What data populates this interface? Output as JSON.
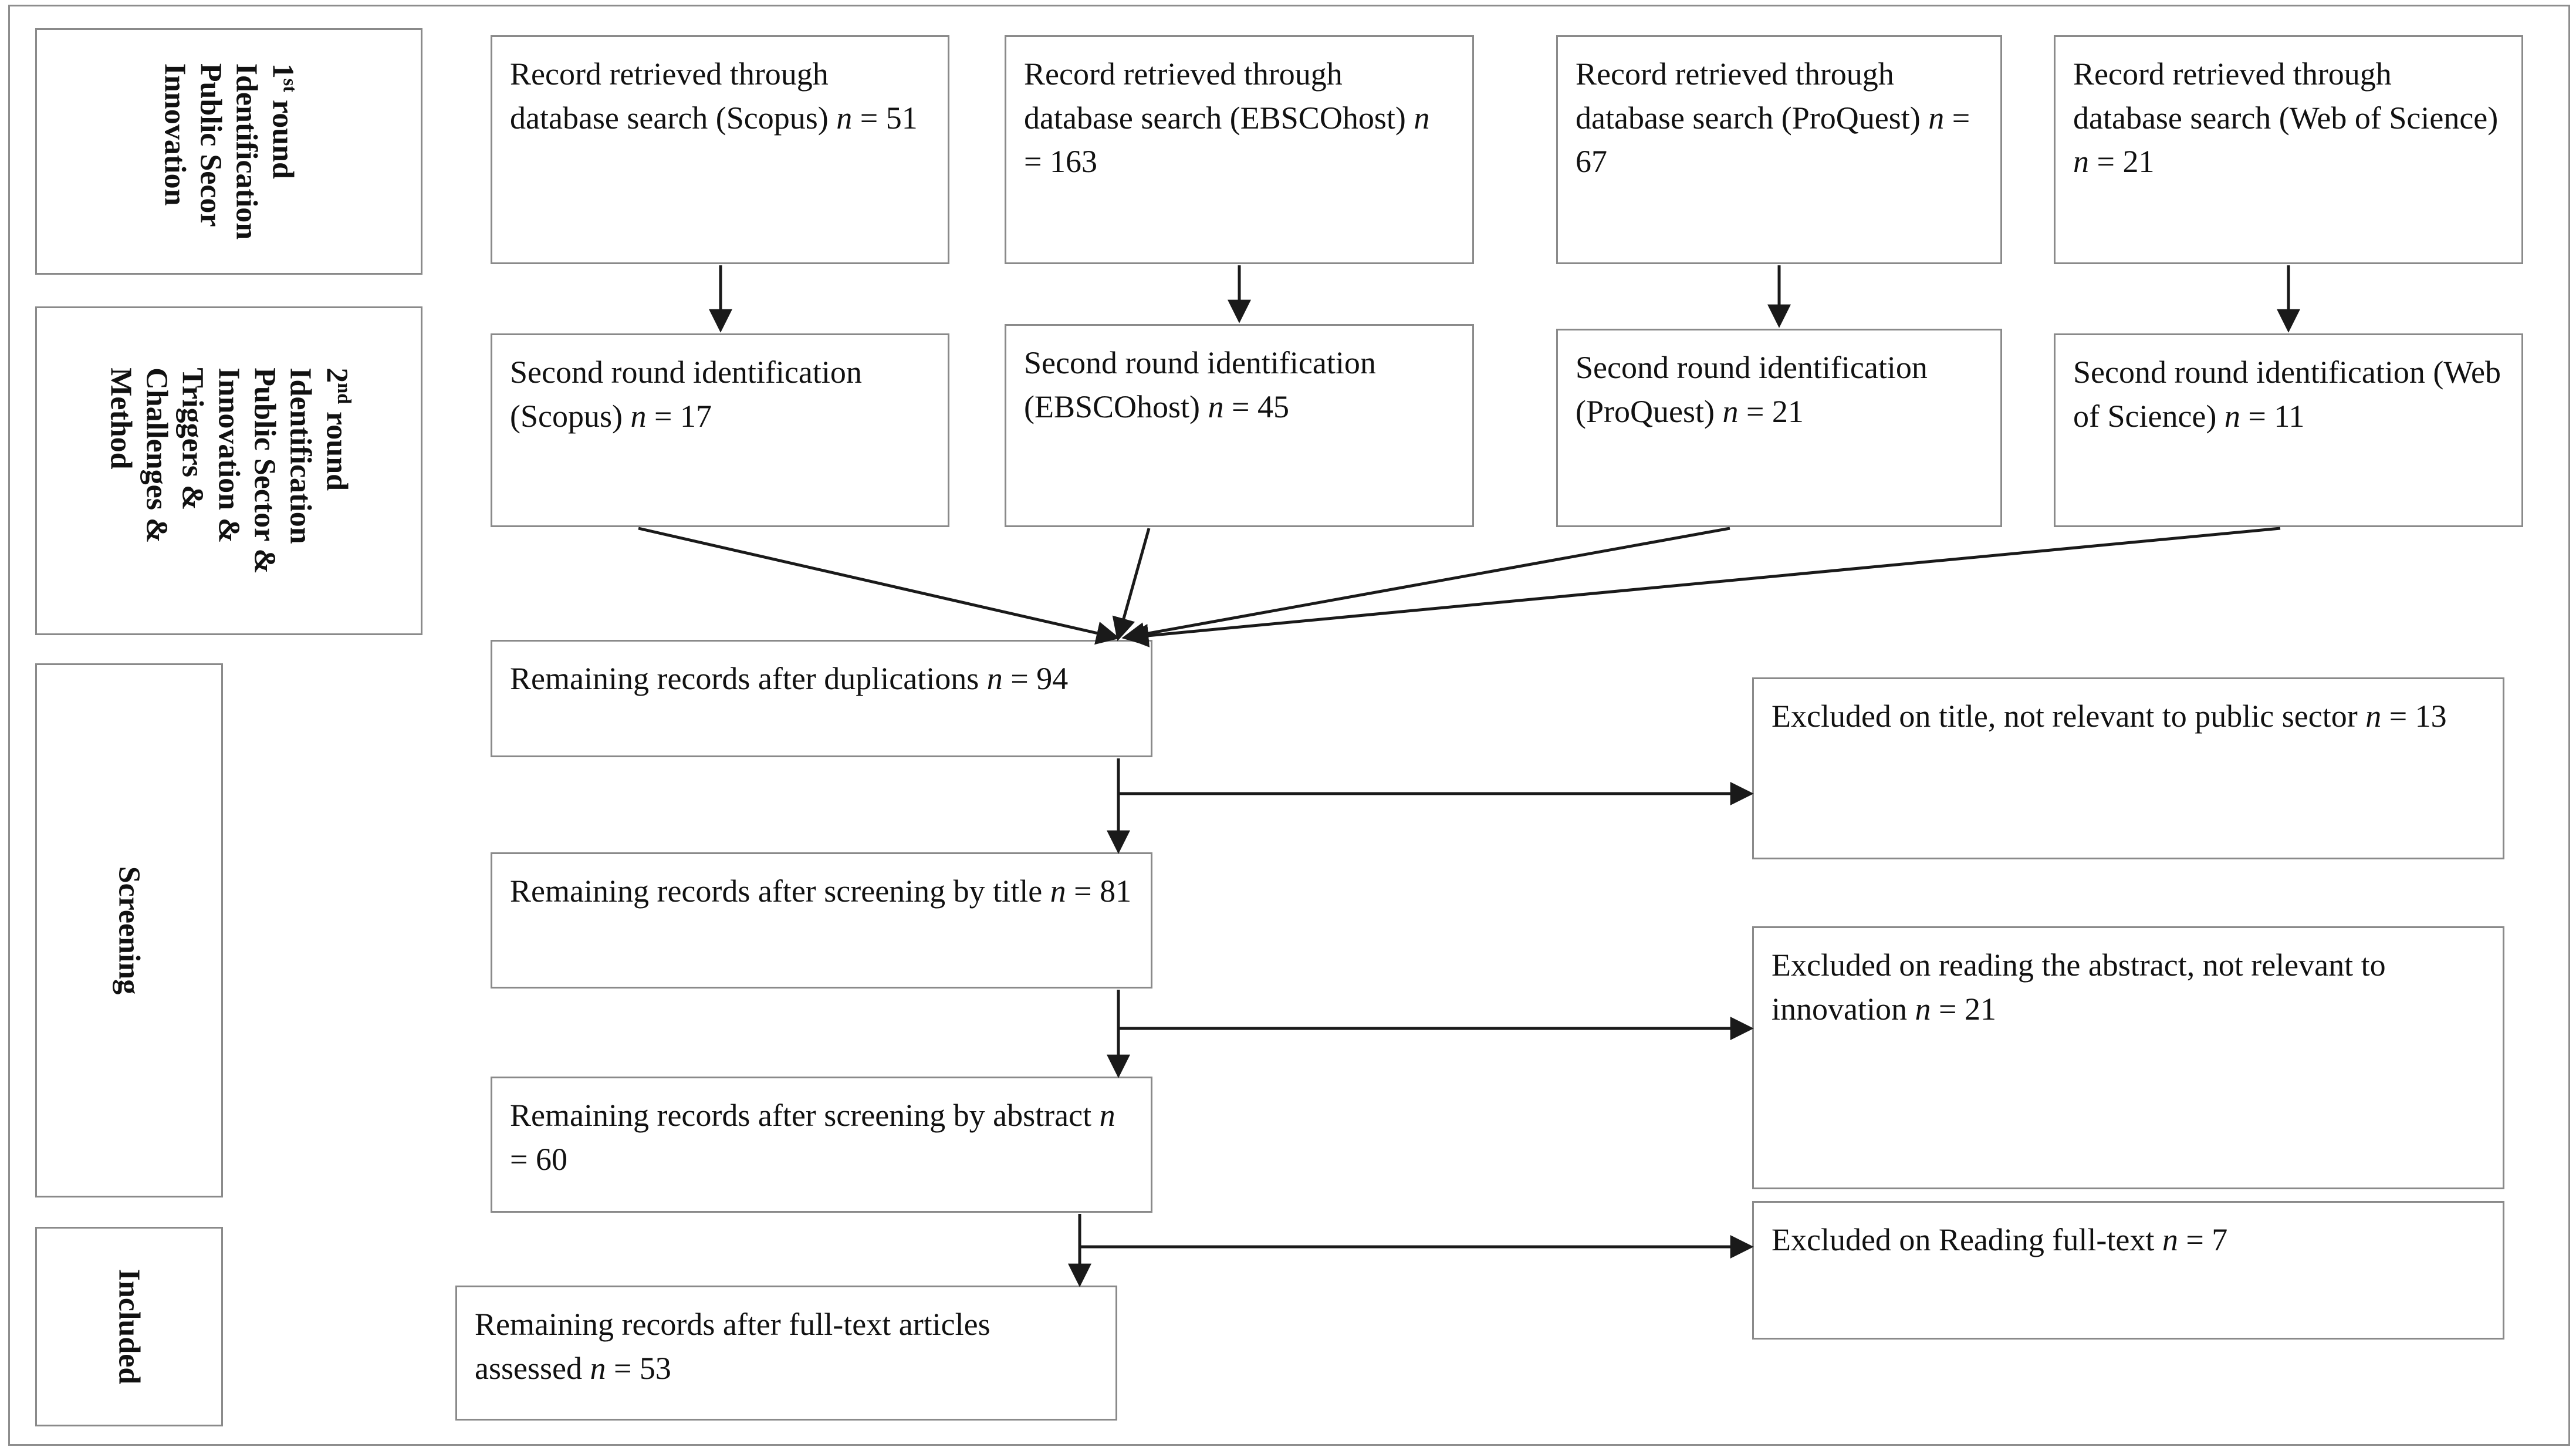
{
  "diagram": {
    "type": "prisma-flow-diagram",
    "title": "PRISMA record selection flow",
    "stage_labels": [
      {
        "id": "stage-1st-round",
        "lines": [
          "1st round",
          "Identification",
          "Public Secor",
          "Innovation"
        ],
        "text": "1st round Identification Public Secor Innovation"
      },
      {
        "id": "stage-2nd-round",
        "lines": [
          "2nd round",
          "Identification",
          "Public Sector &",
          "Innovation &",
          "Triggers &",
          "Challenges &",
          "Method"
        ],
        "text": "2nd round Identification Public Sector & Innovation & Triggers & Challenges & Method"
      },
      {
        "id": "stage-screening",
        "lines": [
          "Screening"
        ],
        "text": "Screening"
      },
      {
        "id": "stage-included",
        "lines": [
          "Included"
        ],
        "text": "Included"
      }
    ],
    "identification_row1": [
      {
        "id": "scopus",
        "text": "Record retrieved through database search (Scopus) ",
        "n_label": "n",
        "n_value": "= 51",
        "source": "Scopus",
        "count": 51
      },
      {
        "id": "ebsco",
        "text": "Record retrieved through database search (EBSCOhost) ",
        "n_label": "n",
        "n_value": "= 163",
        "source": "EBSCOhost",
        "count": 163
      },
      {
        "id": "proquest",
        "text": "Record retrieved through database search (ProQuest) ",
        "n_label": "n",
        "n_value": "= 67",
        "source": "ProQuest",
        "count": 67
      },
      {
        "id": "wos",
        "text": "Record retrieved through database search (Web of Science) ",
        "n_label": "n",
        "n_value": "= 21",
        "source": "Web of Science",
        "count": 21
      }
    ],
    "identification_row2": [
      {
        "id": "scopus2",
        "text": "Second round identification (Scopus) ",
        "n_label": "n",
        "n_value": "= 17",
        "source": "Scopus",
        "count": 17
      },
      {
        "id": "ebsco2",
        "text": "Second round identification (EBSCOhost) ",
        "n_label": "n",
        "n_value": "= 45",
        "source": "EBSCOhost",
        "count": 45
      },
      {
        "id": "proquest2",
        "text": "Second round identification (ProQuest) ",
        "n_label": "n",
        "n_value": "= 21",
        "source": "ProQuest",
        "count": 21
      },
      {
        "id": "wos2",
        "text": "Second round identification (Web of Science) ",
        "n_label": "n",
        "n_value": "= 11",
        "source": "Web of Science",
        "count": 11
      }
    ],
    "main_flow": [
      {
        "id": "after-duplications",
        "text": "Remaining records after duplications ",
        "n_label": "n",
        "n_value": "= 94",
        "count": 94
      },
      {
        "id": "after-title",
        "text": "Remaining records after screening by title ",
        "n_label": "n",
        "n_value": "= 81",
        "count": 81
      },
      {
        "id": "after-abstract",
        "text": "Remaining records after screening by abstract ",
        "n_label": "n",
        "n_value": "= 60",
        "count": 60
      },
      {
        "id": "after-fulltext",
        "text": "Remaining records after full-text articles assessed ",
        "n_label": "n",
        "n_value": "= 53",
        "count": 53
      }
    ],
    "exclusions": [
      {
        "id": "excluded-title",
        "text": "Excluded on title, not relevant to public sector ",
        "n_label": "n",
        "n_value": "= 13",
        "count": 13
      },
      {
        "id": "excluded-abstract",
        "text": "Excluded on reading the abstract, not relevant to innovation ",
        "n_label": "n",
        "n_value": "= 21",
        "count": 21
      },
      {
        "id": "excluded-fulltext",
        "text": "Excluded on Reading full-text ",
        "n_label": "n",
        "n_value": "= 7",
        "count": 7
      }
    ],
    "colors": {
      "border": "#8a8a8a",
      "text": "#111111",
      "connector": "#1a1a1a",
      "background": "#ffffff"
    }
  }
}
